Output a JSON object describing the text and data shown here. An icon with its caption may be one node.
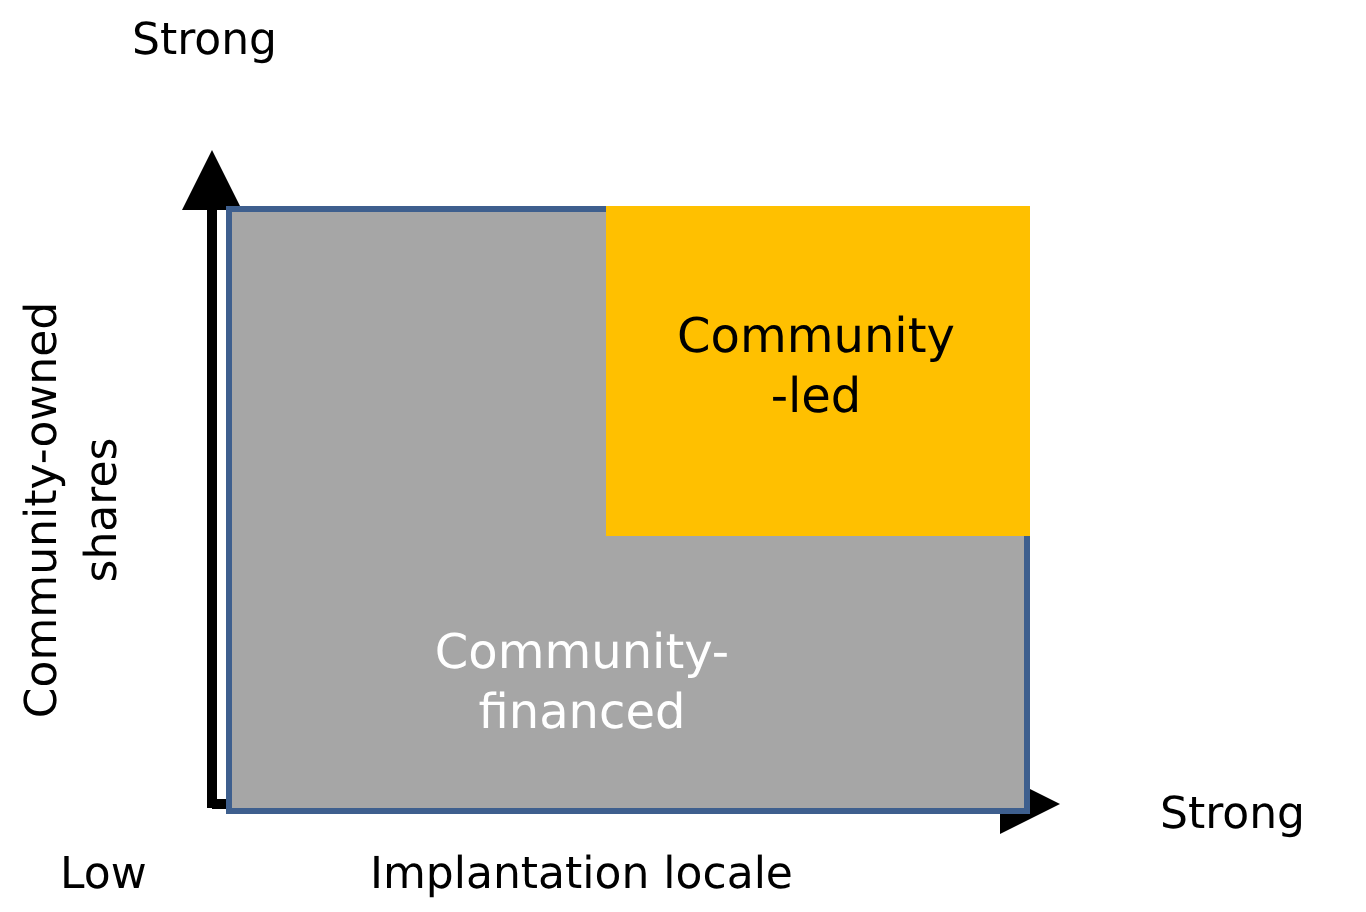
{
  "diagram": {
    "nodes": [
      {
        "text": [
          "Community-financed"
        ]
      },
      {
        "text": [
          "Community -led"
        ],
        "in": 0
      }
    ],
    "labels": [
      "Strong",
      "Community-owned shares",
      "Strong",
      "Low",
      "Implantation locale"
    ]
  }
}
